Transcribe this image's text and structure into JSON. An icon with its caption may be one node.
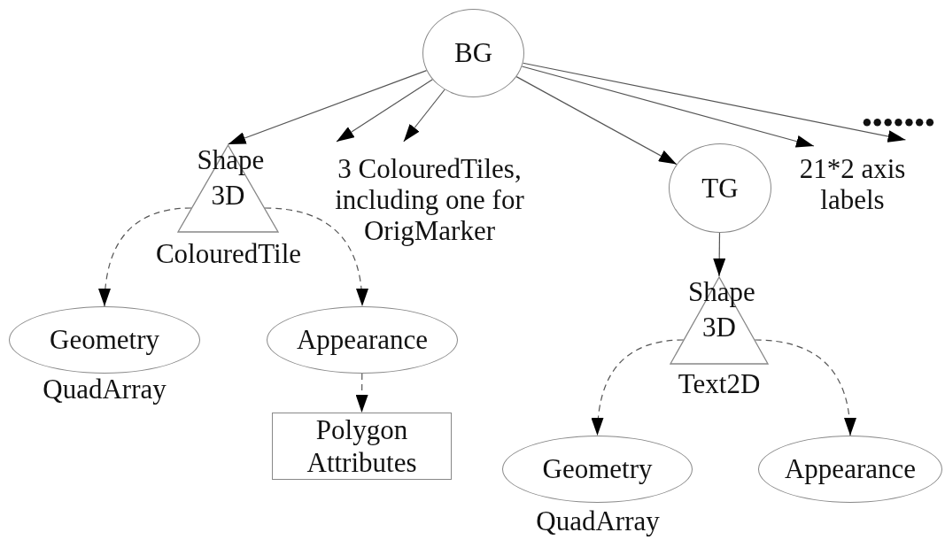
{
  "diagram": {
    "nodes": [
      {
        "text": [
          "BG"
        ]
      },
      {
        "text": [
          "Shape 3D"
        ],
        "beside": [
          "ColouredTile"
        ]
      },
      {
        "text": [
          "3 ColouredTiles, including one for OrigMarker"
        ]
      },
      {
        "text": [
          "TG"
        ]
      },
      {
        "text": [
          "21*2 axis labels"
        ]
      },
      {
        "text": [
          "•••••••"
        ]
      },
      {
        "text": [
          "Geometry"
        ],
        "beside": [
          "QuadArray"
        ]
      },
      {
        "text": [
          "Appearance"
        ]
      },
      {
        "text": [
          "Polygon Attributes"
        ]
      },
      {
        "text": [
          "Shape 3D"
        ],
        "beside": [
          "Text2D"
        ]
      },
      {
        "text": [
          "Geometry"
        ],
        "beside": [
          "QuadArray"
        ]
      },
      {
        "text": [
          "Appearance"
        ]
      }
    ],
    "edges": [
      {
        "from": 0,
        "to": 1,
        "arrow": "to"
      },
      {
        "from": 0,
        "to": 2,
        "arrow": "to"
      },
      {
        "from": 0,
        "to": 2,
        "arrow": "to"
      },
      {
        "from": 0,
        "to": 3,
        "arrow": "to"
      },
      {
        "from": 0,
        "to": 4,
        "arrow": "to"
      },
      {
        "from": 0,
        "to": 5,
        "arrow": "to"
      },
      {
        "from": 1,
        "to": 6,
        "arrow": "to",
        "style": "dashed"
      },
      {
        "from": 1,
        "to": 7,
        "arrow": "to",
        "style": "dashed"
      },
      {
        "from": 7,
        "to": 8,
        "arrow": "to",
        "style": "dashed"
      },
      {
        "from": 3,
        "to": 9,
        "arrow": "to"
      },
      {
        "from": 9,
        "to": 10,
        "arrow": "to",
        "style": "dashed"
      },
      {
        "from": 9,
        "to": 11,
        "arrow": "to",
        "style": "dashed"
      }
    ]
  }
}
